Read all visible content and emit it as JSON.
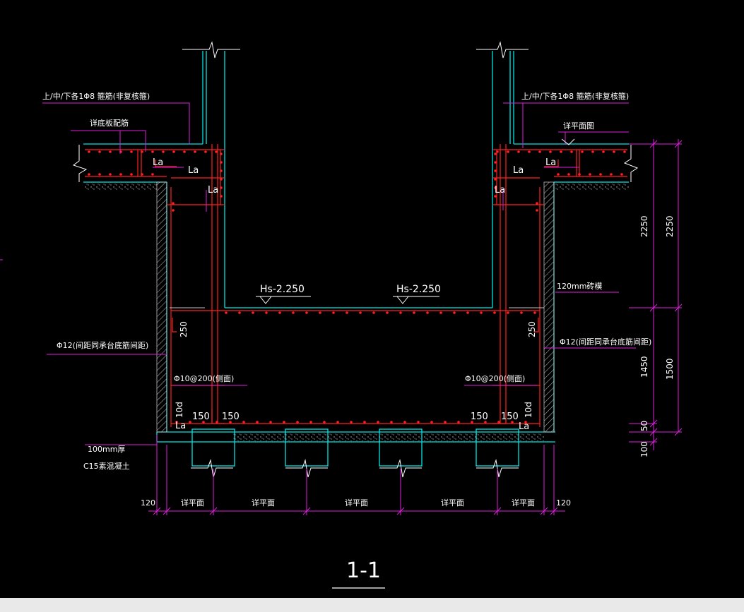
{
  "colors": {
    "background": "#000000",
    "concrete_outline": "#00e5e5",
    "rebar": "#ff2020",
    "dimension": "#e01ee0",
    "hatch": "#e0e0e0",
    "text": "#ffffff",
    "status_bar": "#e9e9e9"
  },
  "drawing": {
    "section_title": "1-1",
    "labels": {
      "rebar_left_top": "上/中/下各1Φ8 箍筋(非复核箍)",
      "rebar_right_top": "上/中/下各1Φ8 箍筋(非复核箍)",
      "slab_rebar_left": "详底板配筋",
      "slab_right": "详平面图",
      "brick_mold": "120mm砖模",
      "rebar_phi12_left": "Φ12(间距同承台底筋间距)",
      "rebar_phi12_right": "Φ12(间距同承台底筋间距)",
      "rebar_phi10_left": "Φ10@200(侧面)",
      "rebar_phi10_right": "Φ10@200(侧面)",
      "cushion_1": "100mm厚",
      "cushion_2": "C15素混凝土",
      "elev_left": "Hs-2.250",
      "elev_right": "Hs-2.250",
      "la": "La",
      "d250": "250",
      "d10d": "10d",
      "d150": "150"
    },
    "bottom_dims": {
      "left_120": "120",
      "right_120": "120",
      "segments": [
        "详平面",
        "详平面",
        "详平面",
        "详平面",
        "详平面"
      ]
    },
    "right_dims": {
      "inner": [
        "2250",
        "1450",
        "50",
        "100"
      ],
      "outer": [
        "2250",
        "1500"
      ]
    }
  }
}
